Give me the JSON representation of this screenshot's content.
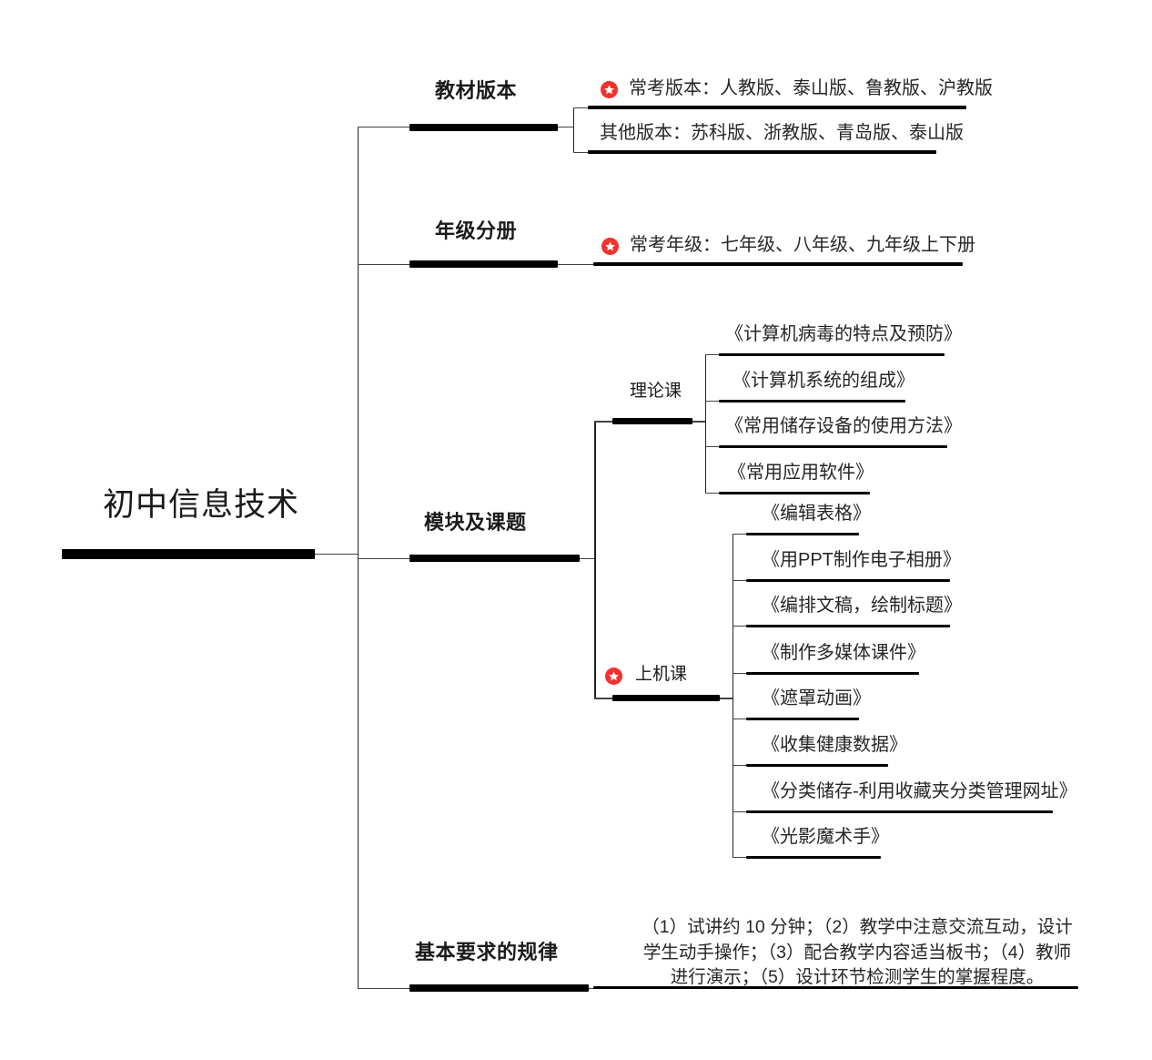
{
  "diagram": {
    "title": "初中信息技术",
    "type": "mindmap",
    "root": {
      "label": "初中信息技术"
    },
    "accent_color": "#f5312d",
    "line_color": "#222222",
    "bar_color": "#000000",
    "text_color": "#262626",
    "star_icon_name": "red-star-badge-icon",
    "branches": [
      {
        "label": "教材版本",
        "children": [
          {
            "label": "常考版本：人教版、泰山版、鲁教版、沪教版",
            "starred": true
          },
          {
            "label": "其他版本：苏科版、浙教版、青岛版、泰山版",
            "starred": false
          }
        ]
      },
      {
        "label": "年级分册",
        "children": [
          {
            "label": "常考年级：七年级、八年级、九年级上下册",
            "starred": true
          }
        ]
      },
      {
        "label": "模块及课题",
        "groups": [
          {
            "label": "理论课",
            "starred": false,
            "children": [
              {
                "label": "《计算机病毒的特点及预防》"
              },
              {
                "label": "《计算机系统的组成》"
              },
              {
                "label": "《常用储存设备的使用方法》"
              },
              {
                "label": "《常用应用软件》"
              }
            ]
          },
          {
            "label": "上机课",
            "starred": true,
            "children": [
              {
                "label": "《编辑表格》"
              },
              {
                "label": "《用PPT制作电子相册》"
              },
              {
                "label": "《编排文稿，绘制标题》"
              },
              {
                "label": "《制作多媒体课件》"
              },
              {
                "label": "《遮罩动画》"
              },
              {
                "label": "《收集健康数据》"
              },
              {
                "label": "《分类储存-利用收藏夹分类管理网址》"
              },
              {
                "label": "《光影魔术手》"
              }
            ]
          }
        ]
      },
      {
        "label": "基本要求的规律",
        "children": [
          {
            "label": "（1）试讲约 10 分钟；（2）教学中注意交流互动，设计学生动手操作；（3）配合教学内容适当板书；（4）教师进行演示；（5）设计环节检测学生的掌握程度。",
            "starred": false
          }
        ]
      }
    ]
  }
}
